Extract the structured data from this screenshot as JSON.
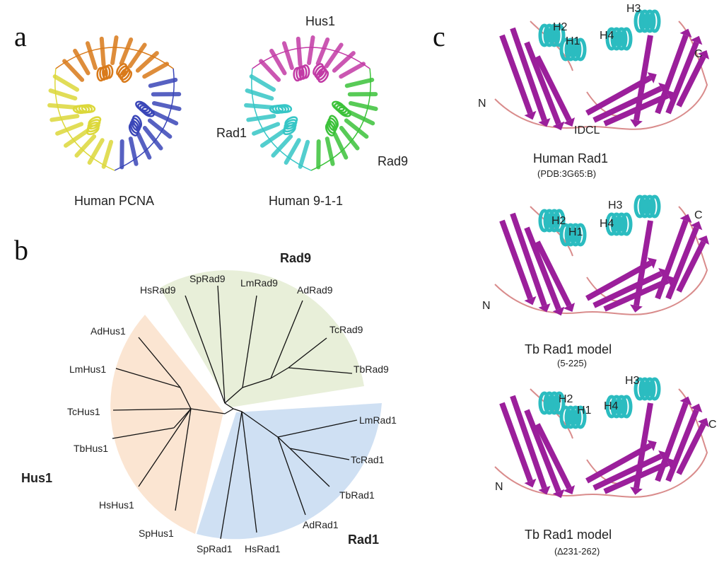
{
  "panel_a": {
    "letter": "a",
    "pcna_label": "Human PCNA",
    "complex_label": "Human 9-1-1",
    "subunit_top": "Hus1",
    "subunit_left": "Rad1",
    "subunit_right": "Rad9",
    "colors": {
      "pcna": [
        "#d97a1a",
        "#3a46b8",
        "#dcd83a"
      ],
      "complex": [
        "#c23aa5",
        "#3cc23a",
        "#36c6c6"
      ]
    }
  },
  "panel_b": {
    "letter": "b",
    "clade_labels": {
      "rad9": "Rad9",
      "hus1": "Hus1",
      "rad1": "Rad1"
    },
    "clade_colors": {
      "rad9": "#e8efd9",
      "hus1": "#fbe5d2",
      "rad1": "#cfe0f3"
    },
    "leaves": [
      "HsRad9",
      "SpRad9",
      "LmRad9",
      "AdRad9",
      "TcRad9",
      "TbRad9",
      "LmRad1",
      "TcRad1",
      "TbRad1",
      "AdRad1",
      "HsRad1",
      "SpRad1",
      "SpHus1",
      "HsHus1",
      "TbHus1",
      "TcHus1",
      "LmHus1",
      "AdHus1"
    ]
  },
  "panel_c": {
    "letter": "c",
    "helix_color": "#2bbcc0",
    "strand_color": "#9b1f9b",
    "coil_color": "#d98c8c",
    "structures": [
      {
        "title": "Human Rad1",
        "sub": "(PDB:3G65:B)",
        "h1": "H1",
        "h2": "H2",
        "h3": "H3",
        "h4": "H4",
        "n": "N",
        "c": "C",
        "extra": "IDCL"
      },
      {
        "title": "Tb Rad1 model",
        "sub": "(5-225)",
        "h1": "H1",
        "h2": "H2",
        "h3": "H3",
        "h4": "H4",
        "n": "N",
        "c": "C"
      },
      {
        "title": "Tb Rad1 model",
        "sub": "(∆231-262)",
        "h1": "H1",
        "h2": "H2",
        "h3": "H3",
        "h4": "H4",
        "n": "N",
        "c": "C"
      }
    ]
  }
}
